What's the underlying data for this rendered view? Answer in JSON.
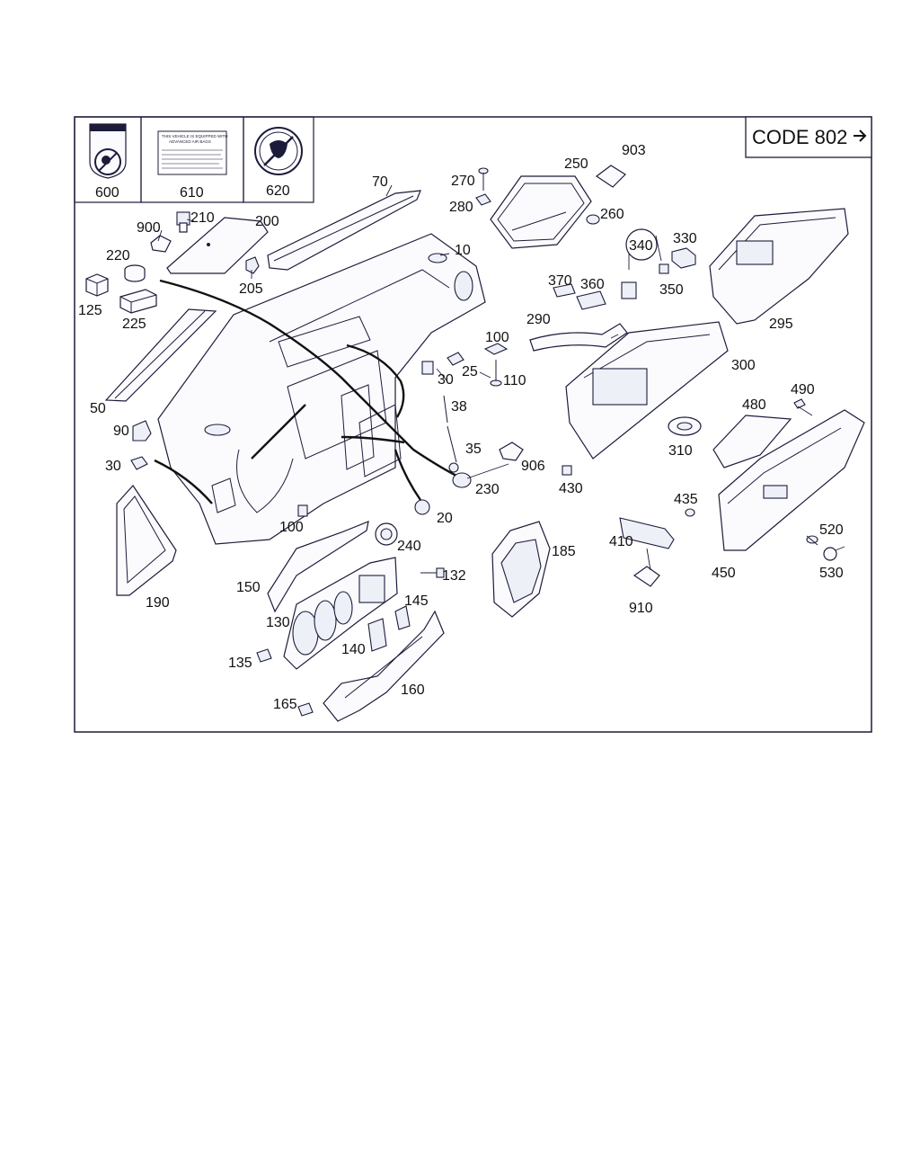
{
  "header": {
    "code_label": "CODE 802"
  },
  "labels": [
    {
      "id": "600",
      "text": "600"
    },
    {
      "id": "610",
      "text": "610"
    },
    {
      "id": "620",
      "text": "620"
    },
    {
      "id": "70",
      "text": "70"
    },
    {
      "id": "903",
      "text": "903"
    },
    {
      "id": "250",
      "text": "250"
    },
    {
      "id": "270",
      "text": "270"
    },
    {
      "id": "280",
      "text": "280"
    },
    {
      "id": "260",
      "text": "260"
    },
    {
      "id": "900",
      "text": "900"
    },
    {
      "id": "210",
      "text": "210"
    },
    {
      "id": "200",
      "text": "200"
    },
    {
      "id": "220",
      "text": "220"
    },
    {
      "id": "205",
      "text": "205"
    },
    {
      "id": "10",
      "text": "10"
    },
    {
      "id": "125",
      "text": "125"
    },
    {
      "id": "225",
      "text": "225"
    },
    {
      "id": "340",
      "text": "340"
    },
    {
      "id": "330",
      "text": "330"
    },
    {
      "id": "350",
      "text": "350"
    },
    {
      "id": "370",
      "text": "370"
    },
    {
      "id": "360",
      "text": "360"
    },
    {
      "id": "295",
      "text": "295"
    },
    {
      "id": "290",
      "text": "290"
    },
    {
      "id": "100a",
      "text": "100"
    },
    {
      "id": "25",
      "text": "25"
    },
    {
      "id": "110",
      "text": "110"
    },
    {
      "id": "300",
      "text": "300"
    },
    {
      "id": "50",
      "text": "50"
    },
    {
      "id": "30a",
      "text": "30"
    },
    {
      "id": "38",
      "text": "38"
    },
    {
      "id": "480",
      "text": "480"
    },
    {
      "id": "490",
      "text": "490"
    },
    {
      "id": "90",
      "text": "90"
    },
    {
      "id": "35",
      "text": "35"
    },
    {
      "id": "310",
      "text": "310"
    },
    {
      "id": "30b",
      "text": "30"
    },
    {
      "id": "906",
      "text": "906"
    },
    {
      "id": "230",
      "text": "230"
    },
    {
      "id": "430",
      "text": "430"
    },
    {
      "id": "435",
      "text": "435"
    },
    {
      "id": "20",
      "text": "20"
    },
    {
      "id": "100b",
      "text": "100"
    },
    {
      "id": "240",
      "text": "240"
    },
    {
      "id": "185",
      "text": "185"
    },
    {
      "id": "410",
      "text": "410"
    },
    {
      "id": "520",
      "text": "520"
    },
    {
      "id": "450",
      "text": "450"
    },
    {
      "id": "530",
      "text": "530"
    },
    {
      "id": "132",
      "text": "132"
    },
    {
      "id": "150",
      "text": "150"
    },
    {
      "id": "190",
      "text": "190"
    },
    {
      "id": "145",
      "text": "145"
    },
    {
      "id": "910",
      "text": "910"
    },
    {
      "id": "130",
      "text": "130"
    },
    {
      "id": "140",
      "text": "140"
    },
    {
      "id": "135",
      "text": "135"
    },
    {
      "id": "160",
      "text": "160"
    },
    {
      "id": "165",
      "text": "165"
    }
  ],
  "warning_label": {
    "line1": "THIS VEHICLE IS EQUIPPED WITH",
    "line2": "ADVANCED AIR BAGS"
  }
}
